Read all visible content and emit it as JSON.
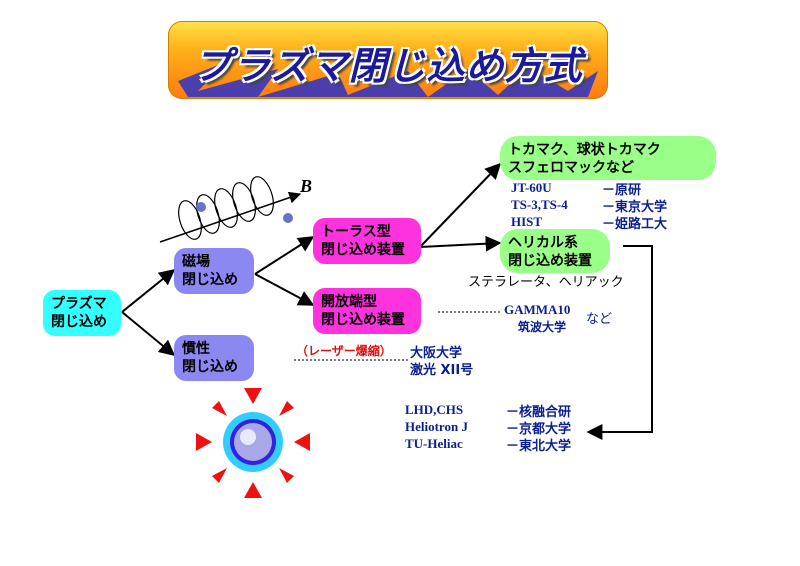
{
  "title": "プラズマ閉じ込め方式",
  "field_label": "B",
  "nodes": {
    "plasma": [
      "プラズマ",
      "閉じ込め"
    ],
    "magnetic": [
      "磁場",
      "閉じ込め"
    ],
    "inertial": [
      "慣性",
      "閉じ込め"
    ],
    "torus": [
      "トーラス型",
      "閉じ込め装置"
    ],
    "open": [
      "開放端型",
      "閉じ込め装置"
    ],
    "tokamak": [
      "トカマク、球状トカマク",
      "スフェロマックなど"
    ],
    "helical": [
      "ヘリカル系",
      "閉じ込め装置"
    ]
  },
  "tokamak_devices": [
    {
      "device": "JT-60U",
      "org": "－原研"
    },
    {
      "device": "TS-3,TS-4",
      "org": "－東京大学"
    },
    {
      "device": "HIST",
      "org": "－姫路工大"
    }
  ],
  "helical_note": "ステラレータ、ヘリアック",
  "open_device": {
    "name": "GAMMA10",
    "org": "筑波大学",
    "suffix": "など"
  },
  "laser": {
    "label": "（レーザー爆縮）",
    "org": "大阪大学",
    "device": "激光 XII号"
  },
  "helical_devices": [
    {
      "device": "LHD,CHS",
      "org": "－核融合研"
    },
    {
      "device": "Heliotron J",
      "org": "－京都大学"
    },
    {
      "device": "TU-Heliac",
      "org": "－東北大学"
    }
  ],
  "colors": {
    "plasma_box": "#33ffff",
    "confine_box": "#8c88f2",
    "device_box": "#ff33dd",
    "subtype_box": "#99ff88",
    "text_navy": "#0b1f8f",
    "laser_red": "#e01010"
  }
}
